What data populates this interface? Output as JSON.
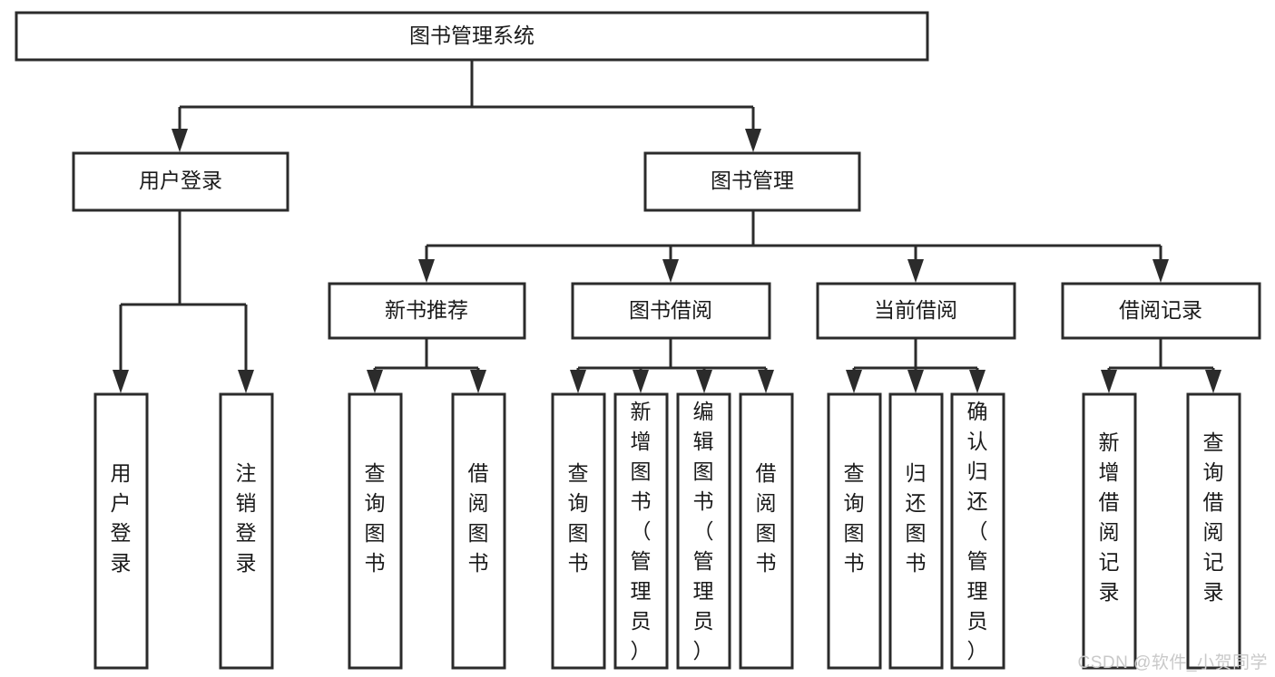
{
  "diagram": {
    "title": "图书管理系统",
    "type": "tree-hierarchy",
    "watermark": "CSDN @软件_小贺同学",
    "colors": {
      "background": "#ffffff",
      "box_stroke": "#2b2b2b",
      "box_fill": "#ffffff",
      "text": "#1a1a1a",
      "watermark": "#c9c9c9"
    },
    "levels": {
      "root": {
        "label": "图书管理系统"
      },
      "level2": [
        {
          "id": "user-login",
          "label": "用户登录"
        },
        {
          "id": "book-manage",
          "label": "图书管理"
        }
      ],
      "level3": [
        {
          "id": "new-book-rec",
          "label": "新书推荐"
        },
        {
          "id": "book-borrow",
          "label": "图书借阅"
        },
        {
          "id": "current-borrow",
          "label": "当前借阅"
        },
        {
          "id": "borrow-record",
          "label": "借阅记录"
        }
      ],
      "leaves": {
        "user-login": [
          {
            "id": "leaf-user-login",
            "label": "用户登录"
          },
          {
            "id": "leaf-logout",
            "label": "注销登录"
          }
        ],
        "new-book-rec": [
          {
            "id": "leaf-query-book-1",
            "label": "查询图书"
          },
          {
            "id": "leaf-borrow-book-1",
            "label": "借阅图书"
          }
        ],
        "book-borrow": [
          {
            "id": "leaf-query-book-2",
            "label": "查询图书"
          },
          {
            "id": "leaf-add-book",
            "label": "新增图书（管理员）"
          },
          {
            "id": "leaf-edit-book",
            "label": "编辑图书（管理员）"
          },
          {
            "id": "leaf-borrow-book-2",
            "label": "借阅图书"
          }
        ],
        "current-borrow": [
          {
            "id": "leaf-query-book-3",
            "label": "查询图书"
          },
          {
            "id": "leaf-return-book",
            "label": "归还图书"
          },
          {
            "id": "leaf-confirm-return",
            "label": "确认归还（管理员）"
          }
        ],
        "borrow-record": [
          {
            "id": "leaf-add-record",
            "label": "新增借阅记录"
          },
          {
            "id": "leaf-query-record",
            "label": "查询借阅记录"
          }
        ]
      }
    }
  }
}
